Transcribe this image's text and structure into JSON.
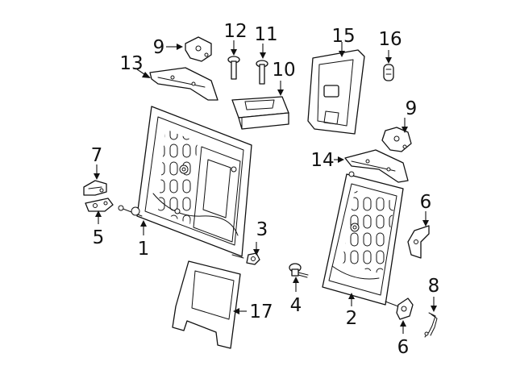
{
  "diagram": {
    "background_color": "#ffffff",
    "line_color": "#111111",
    "callouts": [
      "1",
      "2",
      "3",
      "4",
      "5",
      "6",
      "6",
      "7",
      "8",
      "9",
      "9",
      "10",
      "11",
      "12",
      "13",
      "14",
      "15",
      "16",
      "17"
    ]
  }
}
